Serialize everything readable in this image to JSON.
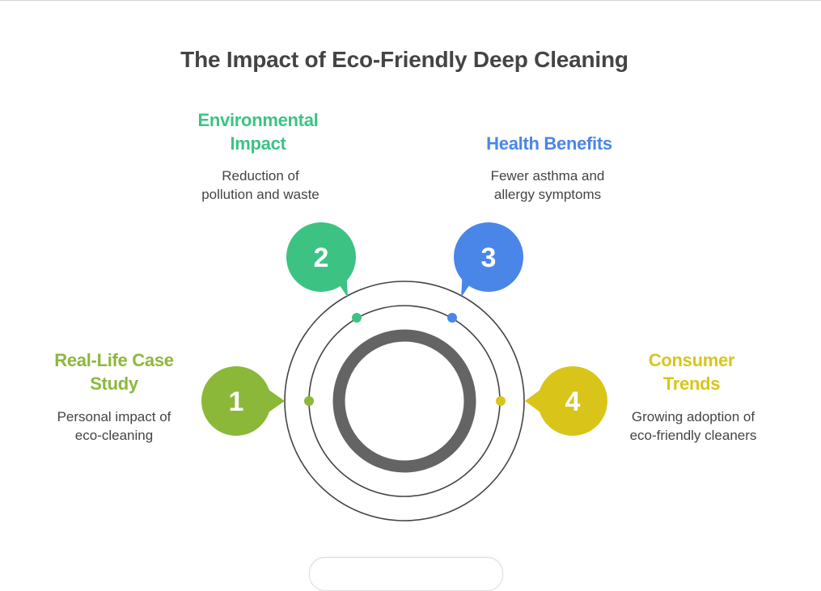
{
  "title": "The Impact of Eco-Friendly Deep Cleaning",
  "items": [
    {
      "number": "1",
      "heading": "Real-Life Case Study",
      "heading_lines": [
        "Real-Life Case",
        "Study"
      ],
      "description_lines": [
        "Personal impact of",
        "eco-cleaning"
      ],
      "color": "#8cb83a"
    },
    {
      "number": "2",
      "heading": "Environmental Impact",
      "heading_lines": [
        "Environmental",
        "Impact"
      ],
      "description_lines": [
        "Reduction of",
        "pollution and waste"
      ],
      "color": "#3cc384"
    },
    {
      "number": "3",
      "heading": "Health Benefits",
      "heading_lines": [
        "Health Benefits"
      ],
      "description_lines": [
        "Fewer asthma and",
        "allergy symptoms"
      ],
      "color": "#4a86e8"
    },
    {
      "number": "4",
      "heading": "Consumer Trends",
      "heading_lines": [
        "Consumer",
        "Trends"
      ],
      "description_lines": [
        "Growing adoption of",
        "eco-friendly cleaners"
      ],
      "color": "#d9c51a"
    }
  ],
  "colors": {
    "title": "#444444",
    "ring": "#444444",
    "core": "#646464",
    "text": "#444444"
  }
}
